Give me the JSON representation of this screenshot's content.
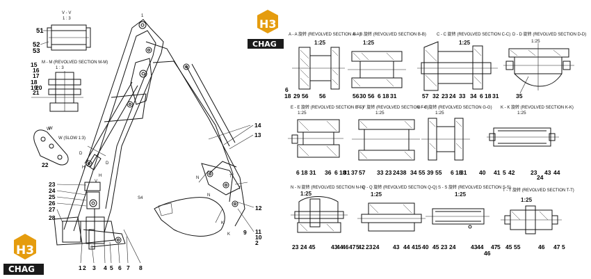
{
  "logo": {
    "mark": "H3",
    "word": "CHAG"
  },
  "views": {
    "vv": {
      "title": "V - V",
      "scale": "1 : 3",
      "labels": [
        "51",
        "52",
        "53"
      ]
    },
    "mm": {
      "title": "M - M (REVOLVED SECTION M-M)",
      "scale": "1 : 3",
      "labels": [
        "15",
        "16",
        "17",
        "18",
        "19",
        "20",
        "21"
      ]
    },
    "w": {
      "title": "W",
      "sub": "W (SLOW 1:3)"
    },
    "main": {
      "letters": [
        "1",
        "D",
        "D",
        "H",
        "H",
        "N",
        "N",
        "T",
        "T",
        "K",
        "K",
        "W",
        "S4",
        "V"
      ],
      "left_labels": [
        "22",
        "23",
        "24",
        "25",
        "26",
        "27",
        "28"
      ],
      "bottom_labels": [
        "1",
        "2",
        "3",
        "4",
        "5",
        "6",
        "7",
        "8"
      ],
      "right_labels": [
        "14",
        "13",
        "12",
        "11",
        "10",
        "2",
        "9"
      ]
    }
  },
  "sections": [
    {
      "id": "aa",
      "title": "A - A 旋转 (REVOLVED SECTION A-A)",
      "scale": "1:25",
      "labels": [
        "6",
        "18",
        "29",
        "56",
        "56"
      ]
    },
    {
      "id": "bb",
      "title": "B - B 旋转 (REVOLVED SECTION B-B)",
      "scale": "1:25",
      "labels": [
        "56",
        "30",
        "56",
        "6",
        "18",
        "31"
      ]
    },
    {
      "id": "cc",
      "title": "C - C 旋转 (REVOLVED SECTION C-C)",
      "scale": "1:25",
      "labels": [
        "57",
        "32",
        "23",
        "24",
        "33",
        "34",
        "6",
        "18",
        "31"
      ]
    },
    {
      "id": "dd",
      "title": "D - D 旋转 (REVOLVED SECTION D-D)",
      "scale": "1:25",
      "labels": [
        "35"
      ]
    },
    {
      "id": "ee",
      "title": "E - E 旋转 (REVOLVED SECTION E-E)",
      "scale": "1:25",
      "labels": [
        "6",
        "18",
        "31",
        "36"
      ]
    },
    {
      "id": "ff",
      "title": "F - F 旋转 (REVOLVED SECTION F-F)",
      "scale": "1:25",
      "labels": [
        "6",
        "18",
        "31",
        "37",
        "57",
        "33",
        "23",
        "24",
        "38",
        "34"
      ]
    },
    {
      "id": "gg",
      "title": "G - G 旋转 (REVOLVED SECTION G-G)",
      "scale": "1:25",
      "labels": [
        "55",
        "39",
        "55",
        "6",
        "18",
        "31"
      ]
    },
    {
      "id": "kk",
      "title": "K - K 旋转 (REVOLVED SECTION K-K)",
      "scale": "1:25",
      "labels": [
        "40",
        "41",
        "5",
        "42",
        "23",
        "24",
        "43",
        "44"
      ]
    },
    {
      "id": "nn",
      "title": "N - N 旋转 (REVOLVED SECTION N-N)",
      "scale": "1:25",
      "labels": [
        "23",
        "24",
        "45",
        "43",
        "44",
        "46",
        "47",
        "5"
      ]
    },
    {
      "id": "qq",
      "title": "Q - Q 旋转 (REVOLVED SECTION Q-Q)",
      "scale": "1:25",
      "labels": [
        "42",
        "23",
        "24",
        "43",
        "44",
        "41",
        "5",
        "40"
      ]
    },
    {
      "id": "ss",
      "title": "S - S 旋转 (REVOLVED SECTION S-S)",
      "scale": "1:25",
      "labels": [
        "45",
        "23",
        "24",
        "43",
        "44",
        "46",
        "47",
        "5"
      ]
    },
    {
      "id": "tt",
      "title": "T - T 旋转 (REVOLVED SECTION T-T)",
      "scale": "1:25",
      "labels": [
        "45",
        "55",
        "46",
        "47",
        "5"
      ]
    }
  ]
}
